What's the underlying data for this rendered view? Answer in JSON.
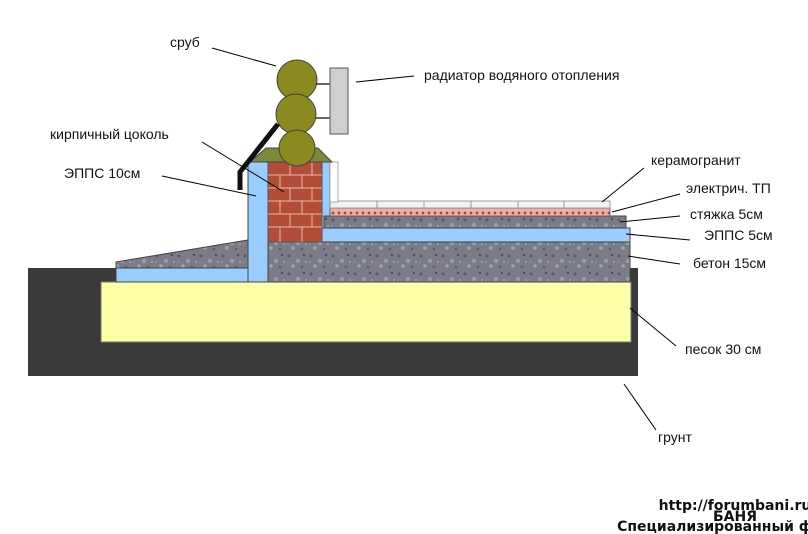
{
  "labels": {
    "srub": "сруб",
    "radiator": "радиатор водяного отопления",
    "cokol": "кирпичный цоколь",
    "epps10": "ЭППС 10см",
    "keramogranit": "керамогранит",
    "electric_tp": "электрич. ТП",
    "styazhka": "стяжка 5см",
    "epps5": "ЭППС 5см",
    "beton": "бетон 15см",
    "pesok": "песок 30 см",
    "grunt": "грунт"
  },
  "watermark": {
    "url": "http://forumbani.ru",
    "title": "БАНЯ",
    "subtitle": "Специализированный форум"
  },
  "colors": {
    "ground": "#3a3a3a",
    "sand": "#ffffa8",
    "concrete": "#7a7a86",
    "epps": "#99ccff",
    "brick": "#b34d38",
    "log": "#8a8a1e",
    "radiator": "#cfcfcf",
    "heating": "#cc3333",
    "tile": "#f2f2f2"
  }
}
